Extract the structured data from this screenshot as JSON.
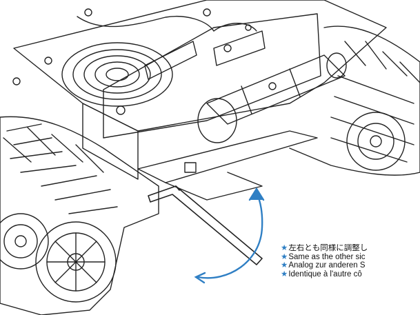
{
  "illustration": {
    "subject": "tank-chassis-with-tracks",
    "tool_icon": "hex-key-icon",
    "arrow_icon": "rotation-arrow-icon",
    "arrow_color": "#2f7fc4",
    "line_color": "#222222"
  },
  "notes": {
    "marker_color": "#2f7fc4",
    "items": [
      {
        "marker": "★",
        "text": "左右とも同様に調整し"
      },
      {
        "marker": "★",
        "text": "Same as the other sic"
      },
      {
        "marker": "★",
        "text": "Analog zur anderen S"
      },
      {
        "marker": "★",
        "text": "Identique à l'autre cô"
      }
    ]
  }
}
